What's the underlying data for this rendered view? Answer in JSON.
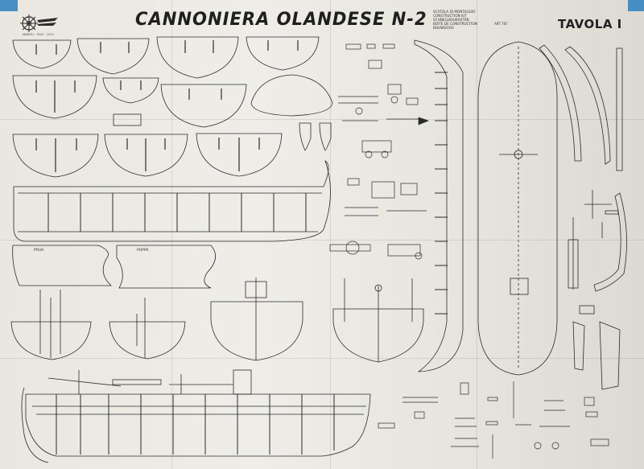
{
  "sheet": {
    "title": "CANNONIERA OLANDESE N-2",
    "plate_label": "TAVOLA I",
    "kit_lines": [
      "SCATOLA DI MONTAGGIO",
      "CONSTRUCTION KIT",
      "SCHNELLBAUKASTEN",
      "BOITE DE CONSTRUCTION",
      "BOUWDOOS"
    ],
    "article_label": "ART 787",
    "logo_caption": "MAMOLI · ITALY · 1970",
    "part_labels": {
      "prua": "PRUA",
      "poppa": "POPPA"
    }
  },
  "colors": {
    "paper": "#ecebe4",
    "ink": "#2b2b2b",
    "tape": "#2a7fc0"
  },
  "icons": {
    "logo": "ship-wheel-logo-icon"
  }
}
